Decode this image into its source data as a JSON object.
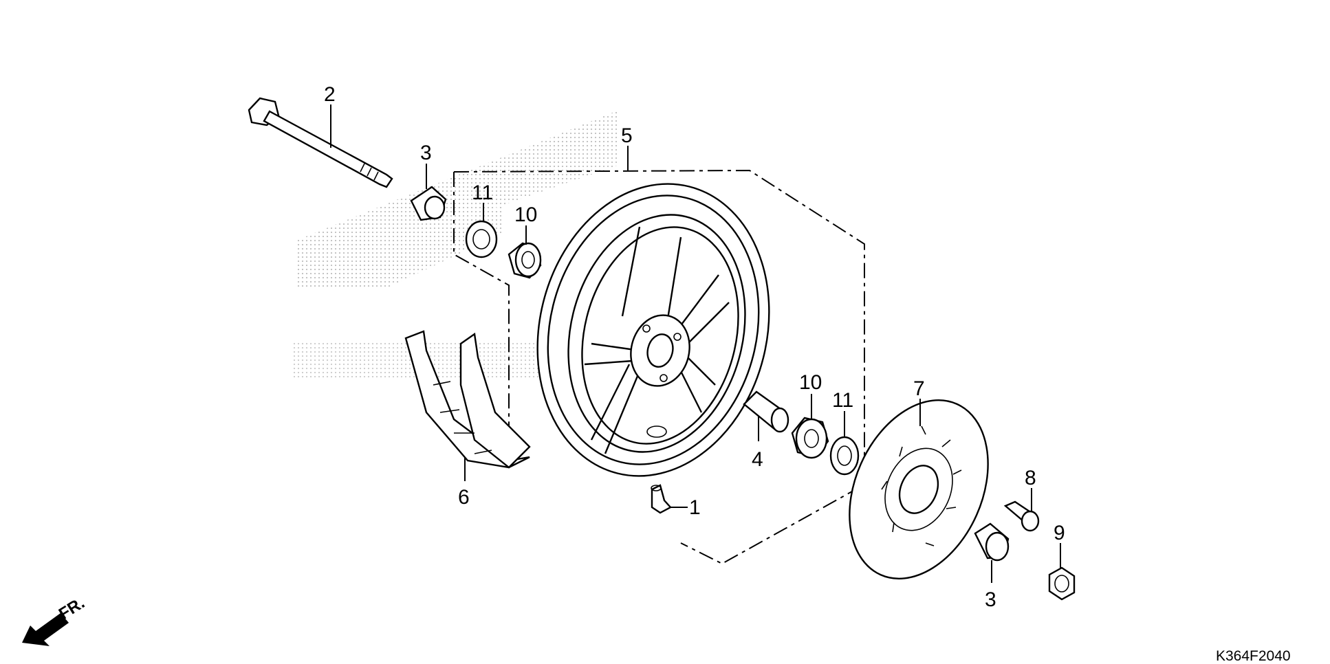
{
  "diagram_code": "K364F2040",
  "direction_label": "FR.",
  "callouts": {
    "valve": "1",
    "axle_bolt": "2",
    "collar_left": "3",
    "collar_right": "3",
    "distance_collar": "4",
    "wheel_assembly": "5",
    "tire": "6",
    "brake_disc": "7",
    "disc_bolt": "8",
    "axle_nut": "9",
    "bearing_left_10": "10",
    "bearing_right_10": "10",
    "seal_left_11": "11",
    "seal_right_11": "11"
  },
  "colors": {
    "line": "#000000",
    "background": "#ffffff",
    "watermark": "#c8c8c8"
  }
}
